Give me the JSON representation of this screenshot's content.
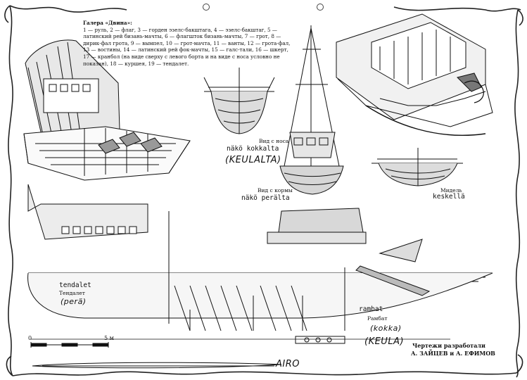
{
  "legend": {
    "title": "Галера «Двина»:",
    "text": "1 — руль, 2 — флаг, 3 — горден эзелс-бакштага, 4 — эзелс-бакштаг, 5 — латинский рей бизань-мачты, 6 — флагшток бизань-мачты, 7 — грот, 8 — дирик-фал грота, 9 — вымпел, 10 — грот-мачта, 11 — ванты, 12 — грота-фал, 13 — востины, 14 — латинский рей фок-мачты, 15 — галс-тали, 16 — шкерт, 17 — кранбол (на виде сверху с левого борта и на виде с носа условно не показан), 18 — куршея, 19 — тендалет."
  },
  "labels": {
    "bow_view_ru": "Вид с носа",
    "bow_view_fi": "näkö kokkalta",
    "bow_view_hand": "(KEULALTA)",
    "stern_view_ru": "Вид с кормы",
    "stern_view_fi": "näkö perälta",
    "midship_ru": "Мидель",
    "midship_fi": "keskellä",
    "tendalet_fi": "tendalet",
    "tendalet_ru": "Тендалет",
    "pera_hand": "(perä)",
    "rambat_fi": "rambat",
    "rambat_ru": "Рамбат",
    "kokka_hand": "(kokka)",
    "keula_hand": "(KEULA)",
    "airo_hand": "AIRO",
    "scale_zero": "0",
    "scale_five": "5 м",
    "credit_line1": "Чертежи разработали",
    "credit_line2": "А. ЗАЙЦЕВ и А. ЕФИМОВ"
  }
}
